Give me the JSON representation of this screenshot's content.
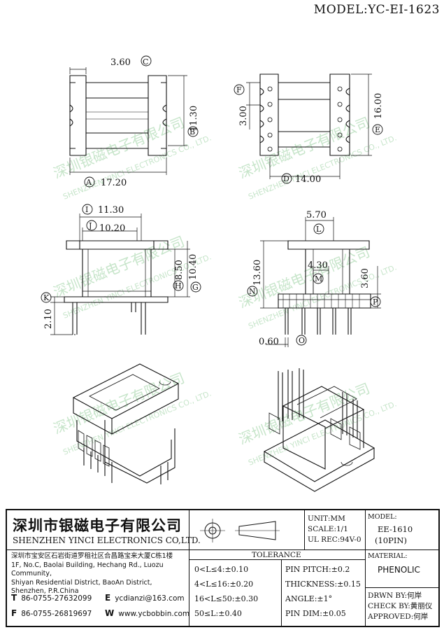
{
  "model": "MODEL:YC-EI-1623",
  "watermark": {
    "cn": "深圳银磁电子有限公司",
    "en": "SHENZHEN YINCI ELECTRONICS CO., LTD."
  },
  "dimensions": {
    "top_left": {
      "c": "3.60",
      "b": "11.30",
      "a": "17.20",
      "label_c": "C",
      "label_b": "B",
      "label_a": "A"
    },
    "top_right": {
      "f": "3.00",
      "e": "16.00",
      "d": "14.00",
      "label_f": "F",
      "label_e": "E",
      "label_d": "D"
    },
    "mid_left": {
      "i": "11.30",
      "j": "10.20",
      "h": "8.50",
      "g": "10.40",
      "k": "2.10",
      "label_i": "I",
      "label_j": "J",
      "label_h": "H",
      "label_g": "G",
      "label_k": "K"
    },
    "mid_right": {
      "l": "5.70",
      "n": "13.60",
      "m": "4.30",
      "p": "3.60",
      "o": "0.60",
      "label_l": "L",
      "label_n": "N",
      "label_m": "M",
      "label_p": "P",
      "label_o": "O"
    }
  },
  "company": {
    "name_cn": "深圳市银磁电子有限公司",
    "name_en": "SHENZHEN YINCI ELECTRONICS CO,LTD.",
    "addr_cn": "深圳市宝安区石岩街道罗租社区合昌路宝来大厦C栋1楼",
    "addr_en_1": "1F, No.C, Baolai Building, Hechang Rd., Luozu Community,",
    "addr_en_2": "Shiyan Residential District, BaoAn District,",
    "addr_en_3": "Shenzhen, P.R.China",
    "tel_label": "T",
    "tel": "86-0755-27632099",
    "fax_label": "F",
    "fax": "86-0755-26819697",
    "email_label": "E",
    "email": "ycdianzi@163.com",
    "web_label": "W",
    "web": "www.ycbobbin.com"
  },
  "spec": {
    "unit": "UNIT:MM",
    "scale": "SCALE:1/1",
    "ul": "UL REC:94V-0",
    "model_label": "MODEL:",
    "model_value": "EE-1610",
    "model_pins": "(10PIN)",
    "material_label": "MATERIAL:",
    "material_value": "PHENOLIC"
  },
  "tolerance": {
    "title": "TOLERANCE",
    "left": [
      "0<L≤4:±0.10",
      "4<L≤16:±0.20",
      "16<L≤50:±0.30",
      "50≤L:±0.40"
    ],
    "right": [
      "PIN PITCH:±0.2",
      "THICKNESS:±0.15",
      "ANGLE:±1°",
      "PIN DIM:±0.05"
    ]
  },
  "approval": {
    "drawn": "DRWN BY:何岸",
    "check": "CHECK BY:黄丽仪",
    "approved": "APPROVED:何岸"
  }
}
